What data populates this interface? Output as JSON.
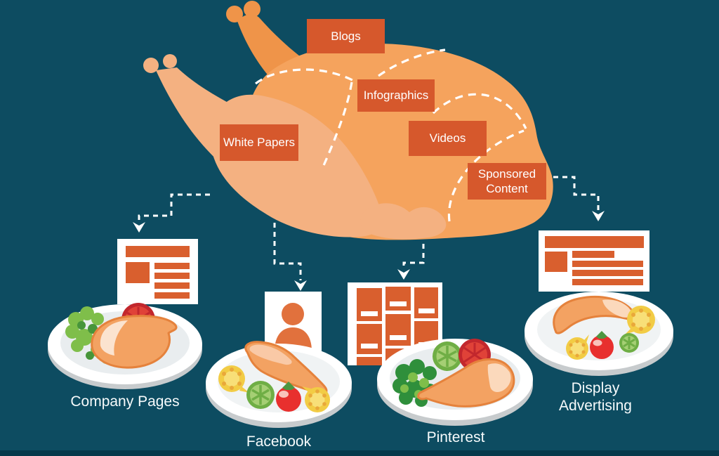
{
  "infographic": {
    "theme": {
      "background": "#0D4C61",
      "footer_strip": "#06394B",
      "turkey_body": "#F5A35D",
      "turkey_drumstick_dark": "#EF9449",
      "turkey_light_meat": "#F4B181",
      "label_box": "#D6582C",
      "icon_orange": "#D95F2E",
      "person_orange": "#E1713D",
      "connector": "#FFFFFF",
      "text": "#FFFFFF"
    },
    "content_labels": [
      {
        "id": "blogs",
        "label": "Blogs"
      },
      {
        "id": "infographics",
        "label": "Infographics"
      },
      {
        "id": "white_papers",
        "label": "White Papers"
      },
      {
        "id": "videos",
        "label": "Videos"
      },
      {
        "id": "sponsored_content",
        "label": "Sponsored Content"
      }
    ],
    "channels": [
      {
        "id": "company_pages",
        "label": "Company Pages",
        "icon": "webpage-document-icon"
      },
      {
        "id": "facebook",
        "label": "Facebook",
        "icon": "profile-photo-icon"
      },
      {
        "id": "pinterest",
        "label": "Pinterest",
        "icon": "pin-board-grid-icon"
      },
      {
        "id": "display_advertising",
        "label": "Display Advertising",
        "icon": "display-ad-icon"
      }
    ]
  }
}
